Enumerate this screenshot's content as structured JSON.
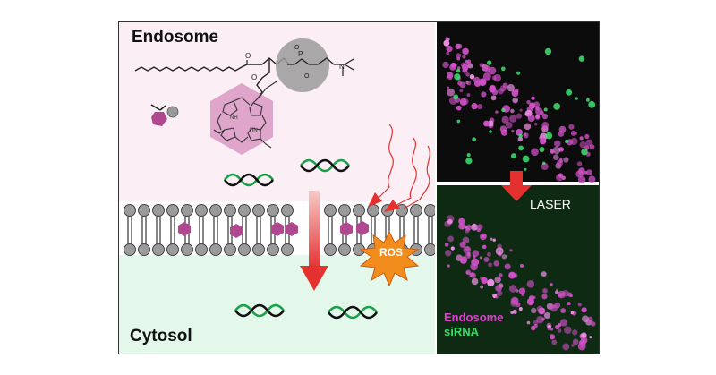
{
  "labels": {
    "endosome": "Endosome",
    "cytosol": "Cytosol",
    "ros": "ROS",
    "laser": "LASER"
  },
  "legend": {
    "endosome": "Endosome",
    "sirna": "siRNA"
  },
  "colors": {
    "endosome_bg": "#fbeef5",
    "cytosol_bg": "#e3f8ea",
    "lipid_head": "#9a9a9a",
    "photosensitizer": "#b04890",
    "arrow_red": "#e53030",
    "ros_orange": "#f28c1c",
    "sirna_dark": "#111111",
    "sirna_green": "#1aa048",
    "legend_endosome": "#e040d0",
    "legend_sirna": "#33dd66"
  }
}
